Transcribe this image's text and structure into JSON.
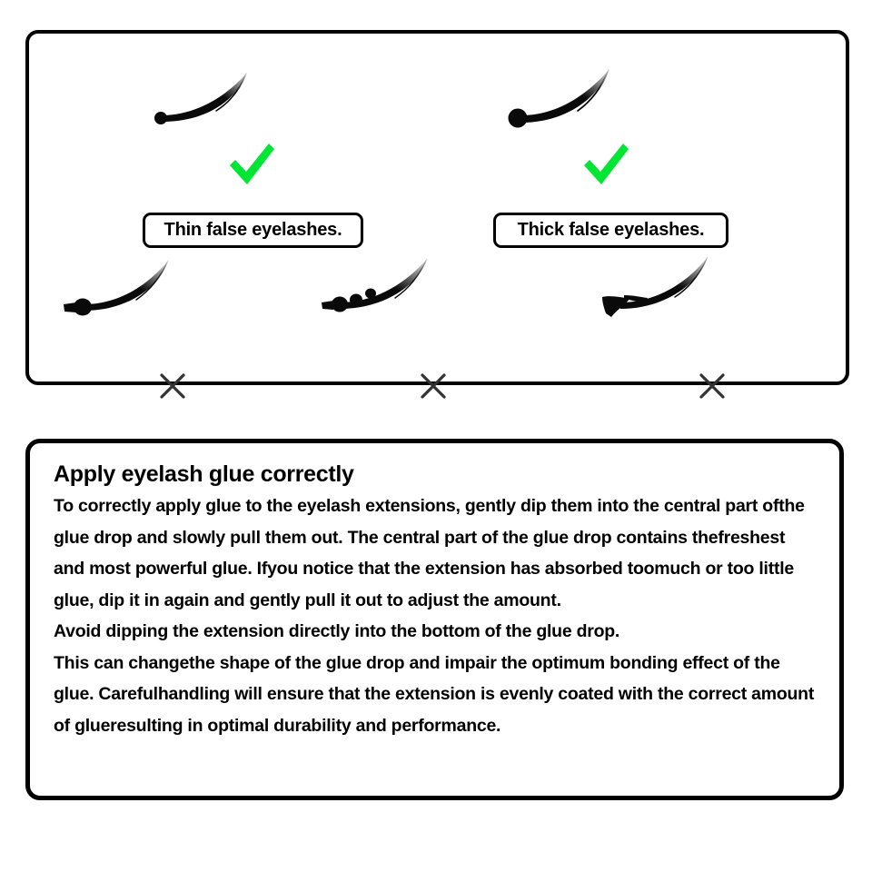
{
  "illustration": {
    "good_examples": [
      {
        "id": "thin-false-eyelashes",
        "caption": "Thin false eyelashes.",
        "mark": "check",
        "mark_color": "#00e633",
        "glue_bead": "small"
      },
      {
        "id": "thick-false-eyelashes",
        "caption": "Thick false eyelashes.",
        "mark": "check",
        "mark_color": "#00e633",
        "glue_bead": "large"
      }
    ],
    "bad_examples": [
      {
        "id": "oversized-glue-blob",
        "mark": "cross",
        "mark_color": "#333333",
        "glue_bead": "oversized-blob"
      },
      {
        "id": "multiple-glue-beads",
        "mark": "cross",
        "mark_color": "#333333",
        "glue_bead": "multiple-beads"
      },
      {
        "id": "glue-coated-base",
        "mark": "cross",
        "mark_color": "#333333",
        "glue_bead": "thick-coated-base"
      }
    ]
  },
  "instructions": {
    "title": "Apply eyelash glue correctly",
    "paragraphs": [
      "To correctly apply glue to the eyelash extensions, gently dip them into the central part ofthe glue drop and slowly pull them out. The central part of the glue drop contains thefreshest and most powerful glue. Ifyou notice that the extension has absorbed toomuch or too little glue, dip it in again and gently pull it out to adjust the amount.",
      "Avoid dipping the extension directly into the bottom of the glue drop.",
      "This can changethe shape of the glue drop and impair the optimum bonding effect of the glue. Carefulhandling will ensure that the extension is evenly coated with the correct amount of glueresulting in optimal durability and performance."
    ]
  },
  "colors": {
    "border": "#000000",
    "background": "#ffffff",
    "check_green": "#00e633",
    "cross_gray": "#333333",
    "lash_black": "#0a0a0a"
  }
}
